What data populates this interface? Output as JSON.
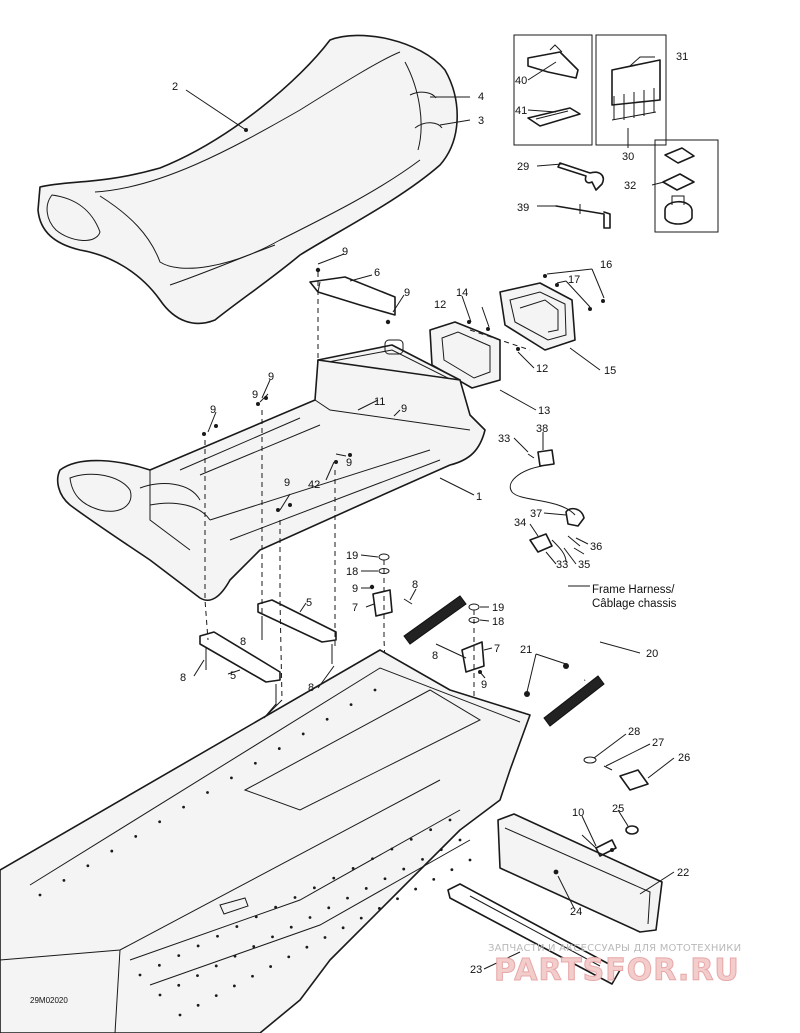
{
  "callouts": [
    {
      "id": "c2",
      "label": "2"
    },
    {
      "id": "c4",
      "label": "4"
    },
    {
      "id": "c3",
      "label": "3"
    },
    {
      "id": "c40",
      "label": "40"
    },
    {
      "id": "c41",
      "label": "41"
    },
    {
      "id": "c31",
      "label": "31"
    },
    {
      "id": "c30",
      "label": "30"
    },
    {
      "id": "c29",
      "label": "29"
    },
    {
      "id": "c32",
      "label": "32"
    },
    {
      "id": "c39",
      "label": "39"
    },
    {
      "id": "c9a",
      "label": "9"
    },
    {
      "id": "c6",
      "label": "6"
    },
    {
      "id": "c9b",
      "label": "9"
    },
    {
      "id": "c16",
      "label": "16"
    },
    {
      "id": "c17",
      "label": "17"
    },
    {
      "id": "c14",
      "label": "14"
    },
    {
      "id": "c12a",
      "label": "12"
    },
    {
      "id": "c12b",
      "label": "12"
    },
    {
      "id": "c15",
      "label": "15"
    },
    {
      "id": "c9c",
      "label": "9"
    },
    {
      "id": "c9d",
      "label": "9"
    },
    {
      "id": "c9e",
      "label": "9"
    },
    {
      "id": "c11",
      "label": "11"
    },
    {
      "id": "c9f",
      "label": "9"
    },
    {
      "id": "c13",
      "label": "13"
    },
    {
      "id": "c33a",
      "label": "33"
    },
    {
      "id": "c38",
      "label": "38"
    },
    {
      "id": "c9g",
      "label": "9"
    },
    {
      "id": "c42",
      "label": "42"
    },
    {
      "id": "c9h",
      "label": "9"
    },
    {
      "id": "c1",
      "label": "1"
    },
    {
      "id": "c37",
      "label": "37"
    },
    {
      "id": "c34",
      "label": "34"
    },
    {
      "id": "c36",
      "label": "36"
    },
    {
      "id": "c35",
      "label": "35"
    },
    {
      "id": "c33b",
      "label": "33"
    },
    {
      "id": "c19a",
      "label": "19"
    },
    {
      "id": "c18a",
      "label": "18"
    },
    {
      "id": "c9i",
      "label": "9"
    },
    {
      "id": "c7a",
      "label": "7"
    },
    {
      "id": "c8a",
      "label": "8"
    },
    {
      "id": "c5a",
      "label": "5"
    },
    {
      "id": "c19b",
      "label": "19"
    },
    {
      "id": "c18b",
      "label": "18"
    },
    {
      "id": "c7b",
      "label": "7"
    },
    {
      "id": "c8b",
      "label": "8"
    },
    {
      "id": "c9j",
      "label": "9"
    },
    {
      "id": "c21",
      "label": "21"
    },
    {
      "id": "c20",
      "label": "20"
    },
    {
      "id": "c8c",
      "label": "8"
    },
    {
      "id": "c5b",
      "label": "5"
    },
    {
      "id": "c8d",
      "label": "8"
    },
    {
      "id": "c8e",
      "label": "8"
    },
    {
      "id": "c28",
      "label": "28"
    },
    {
      "id": "c27",
      "label": "27"
    },
    {
      "id": "c26",
      "label": "26"
    },
    {
      "id": "c10",
      "label": "10"
    },
    {
      "id": "c25",
      "label": "25"
    },
    {
      "id": "c22",
      "label": "22"
    },
    {
      "id": "c24",
      "label": "24"
    },
    {
      "id": "c23",
      "label": "23"
    }
  ],
  "notes": {
    "harness_en": "Frame Harness/",
    "harness_fr": "Câblage chassis",
    "drawing_code": "29M02020"
  },
  "watermark": {
    "tagline": "ЗАПЧАСТИ И АКСЕССУАРЫ ДЛЯ МОТОТЕХНИКИ",
    "brand": "PARTSFOR.RU"
  },
  "colors": {
    "line": "#1a1a1a",
    "watermark_text": "#b9b9b9",
    "watermark_brand": "#e7a7a7"
  }
}
